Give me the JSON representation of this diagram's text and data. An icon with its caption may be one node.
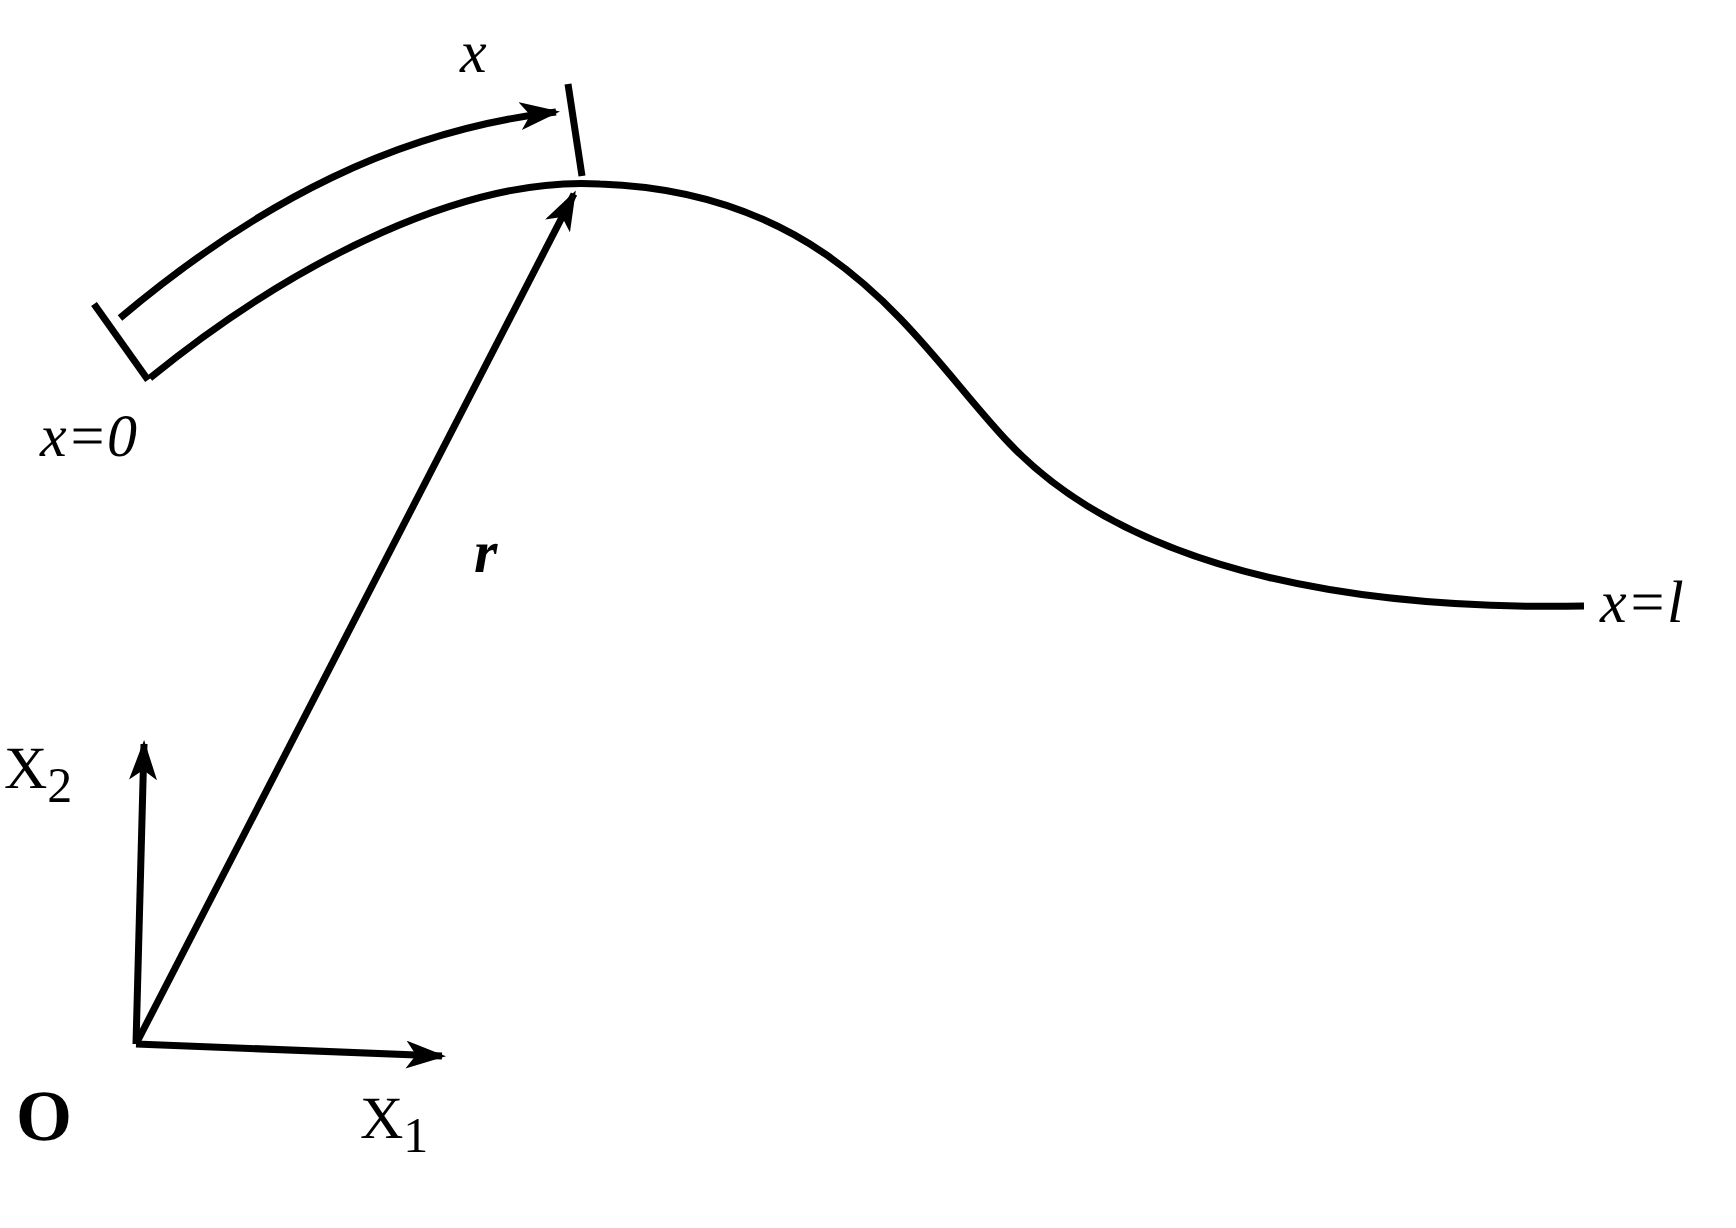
{
  "diagram": {
    "labels": [
      "x",
      "x=0",
      "r",
      "x=l",
      "X$_{2}$",
      "O",
      "X$_{1}$"
    ]
  }
}
